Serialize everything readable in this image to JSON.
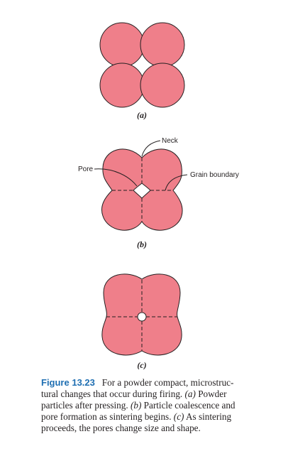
{
  "figure": {
    "panel_labels": [
      "(a)",
      "(b)",
      "(c)"
    ],
    "callouts": {
      "neck": "Neck",
      "pore": "Pore",
      "grain_boundary": "Grain boundary"
    },
    "colors": {
      "particle_fill": "#ef7f8a",
      "particle_outline": "#231f20",
      "figure_number": "#1f6fb2"
    }
  },
  "caption": {
    "figure_number": "Figure 13.23",
    "lines": [
      "For a powder compact, microstruc-",
      "tural changes that occur during firing. (a) Powder",
      "particles after pressing. (b) Particle coalescence and",
      "pore formation as sintering begins. (c) As sintering",
      "proceeds, the pores change size and shape."
    ]
  }
}
